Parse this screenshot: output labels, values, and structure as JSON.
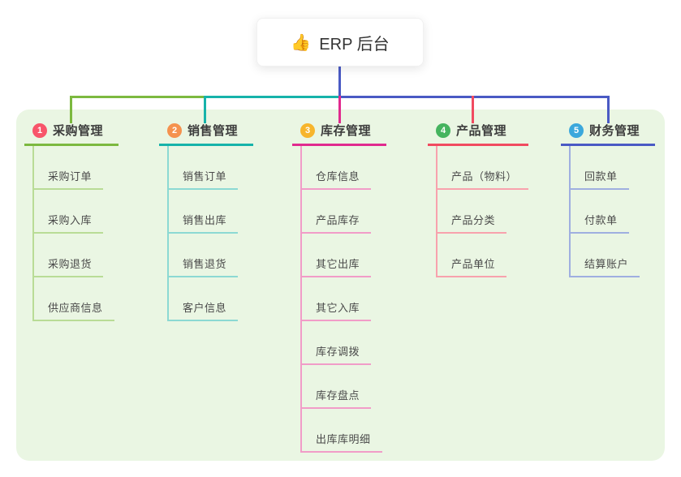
{
  "root": {
    "icon": "👍",
    "title": "ERP 后台"
  },
  "colors": {
    "panel_bg": "#eaf6e3",
    "root_connector": "#4a5ac4",
    "card_bg": "#ffffff",
    "title_text": "#3c3c3c",
    "child_text": "#4a4a4a"
  },
  "branches": [
    {
      "index": "1",
      "title": "采购管理",
      "badge_color": "#f8556a",
      "line_color": "#7cb93f",
      "child_line_color": "#b9dc96",
      "children": [
        "采购订单",
        "采购入库",
        "采购退货",
        "供应商信息"
      ]
    },
    {
      "index": "2",
      "title": "销售管理",
      "badge_color": "#f5924e",
      "line_color": "#16b3aa",
      "child_line_color": "#8cd9d3",
      "children": [
        "销售订单",
        "销售出库",
        "销售退货",
        "客户信息"
      ]
    },
    {
      "index": "3",
      "title": "库存管理",
      "badge_color": "#f7b52c",
      "line_color": "#e12a8e",
      "child_line_color": "#f19cc8",
      "children": [
        "仓库信息",
        "产品库存",
        "其它出库",
        "其它入库",
        "库存调拨",
        "库存盘点",
        "出库库明细"
      ]
    },
    {
      "index": "4",
      "title": "产品管理",
      "badge_color": "#46b45f",
      "line_color": "#f14b60",
      "child_line_color": "#f8a2ad",
      "children": [
        "产品（物料）",
        "产品分类",
        "产品单位"
      ]
    },
    {
      "index": "5",
      "title": "财务管理",
      "badge_color": "#3ba8dc",
      "line_color": "#4a5ac4",
      "child_line_color": "#9fafe0",
      "children": [
        "回款单",
        "付款单",
        "结算账户"
      ]
    }
  ]
}
